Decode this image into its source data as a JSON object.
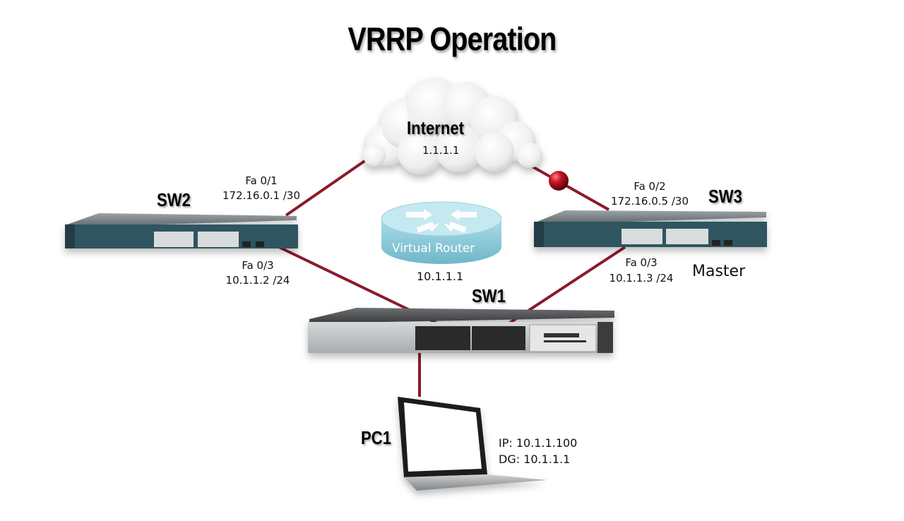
{
  "title": "VRRP Operation",
  "colors": {
    "link": "#8b1a2a",
    "failure_marker": "#c0141e",
    "router_body": "#9fd6e4",
    "switch_face": "#2f5560",
    "background": "#ffffff"
  },
  "internet": {
    "label": "Internet",
    "ip": "1.1.1.1",
    "icon": "cloud-icon"
  },
  "virtual_router": {
    "label": "Virtual Router",
    "ip": "10.1.1.1",
    "icon": "router-icon"
  },
  "sw2": {
    "label": "SW2",
    "uplink_iface": "Fa 0/1",
    "uplink_ip": "172.16.0.1 /30",
    "downlink_iface": "Fa 0/3",
    "downlink_ip": "10.1.1.2 /24"
  },
  "sw3": {
    "label": "SW3",
    "role": "Master",
    "uplink_iface": "Fa 0/2",
    "uplink_ip": "172.16.0.5 /30",
    "downlink_iface": "Fa 0/3",
    "downlink_ip": "10.1.1.3 /24",
    "uplink_status": "failed"
  },
  "sw1": {
    "label": "SW1"
  },
  "pc1": {
    "label": "PC1",
    "ip_line": "IP: 10.1.1.100",
    "dg_line": "DG: 10.1.1.1"
  }
}
